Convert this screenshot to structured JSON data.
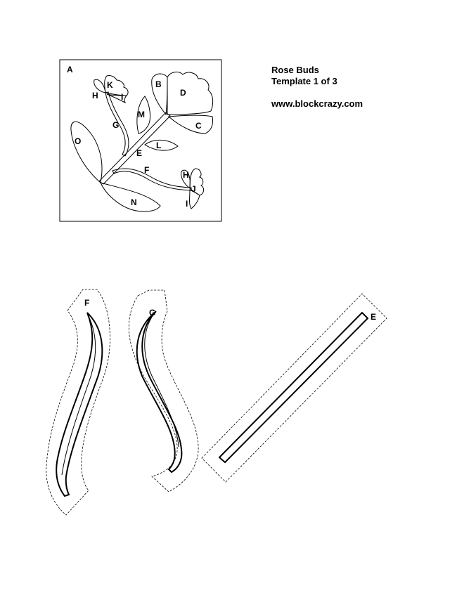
{
  "header": {
    "title": "Rose Buds",
    "subtitle": "Template 1 of 3",
    "url": "www.blockcrazy.com"
  },
  "diagram_labels": {
    "a": "A",
    "b": "B",
    "c": "C",
    "d": "D",
    "e": "E",
    "f": "F",
    "g": "G",
    "h1": "H",
    "h2": "H",
    "i1": "I",
    "i2": "I",
    "j": "J",
    "k": "K",
    "l": "L",
    "m": "M",
    "n": "N",
    "o": "O"
  },
  "pattern_labels": {
    "f": "F",
    "g": "G",
    "e": "E"
  },
  "colors": {
    "ink": "#000000",
    "paper": "#ffffff"
  }
}
